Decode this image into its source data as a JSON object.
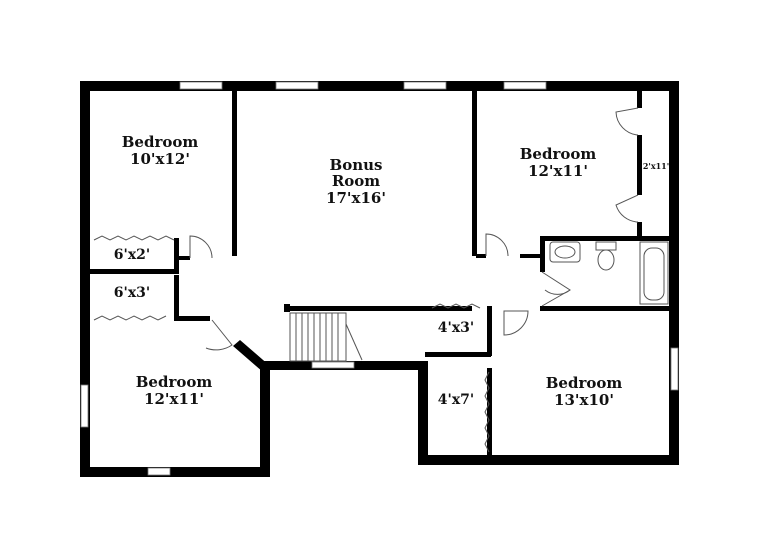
{
  "rooms": {
    "bedroom_top_left": {
      "name": "Bedroom",
      "size": "10'x12'"
    },
    "bonus_room": {
      "name_line1": "Bonus",
      "name_line2": "Room",
      "size": "17'x16'"
    },
    "bedroom_top_right": {
      "name": "Bedroom",
      "size": "12'x11'"
    },
    "closet_right": {
      "size": "2'x11'"
    },
    "closet_a": {
      "size": "6'x2'"
    },
    "closet_b": {
      "size": "6'x3'"
    },
    "closet_c": {
      "size": "4'x3'"
    },
    "closet_d": {
      "size": "4'x7'"
    },
    "bedroom_bottom_left": {
      "name": "Bedroom",
      "size": "12'x11'"
    },
    "bedroom_bottom_right": {
      "name": "Bedroom",
      "size": "13'x10'"
    }
  }
}
